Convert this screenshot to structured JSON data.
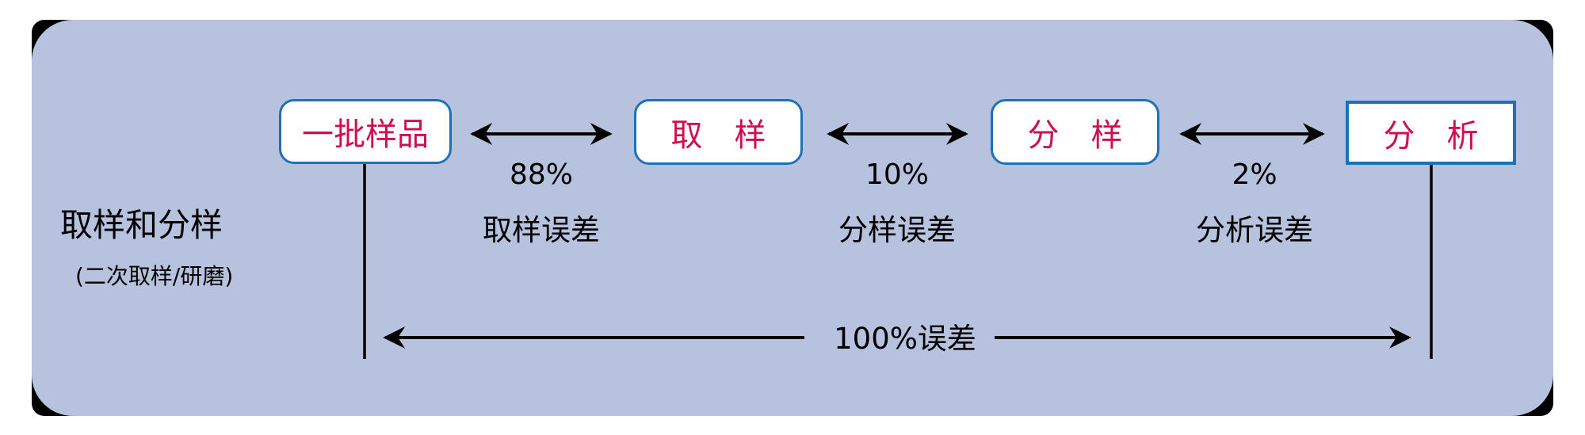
{
  "diagram": {
    "sidebar": {
      "title": "取样和分样",
      "subtitle": "(二次取样/研磨)"
    },
    "boxes": [
      {
        "label": "一批样品"
      },
      {
        "label": "取　样"
      },
      {
        "label": "分　样"
      },
      {
        "label": "分　析"
      }
    ],
    "edges": [
      {
        "percent": "88%",
        "label": "取样误差"
      },
      {
        "percent": "10%",
        "label": "分样误差"
      },
      {
        "percent": "2%",
        "label": "分析误差"
      }
    ],
    "total": {
      "label": "100%误差"
    },
    "colors": {
      "panel_background": "#b7c3de",
      "panel_under_layer": "#000000",
      "box_border": "#1b72b6",
      "box_text": "#ce1051",
      "arrow": "#000000",
      "text": "#000000"
    }
  }
}
